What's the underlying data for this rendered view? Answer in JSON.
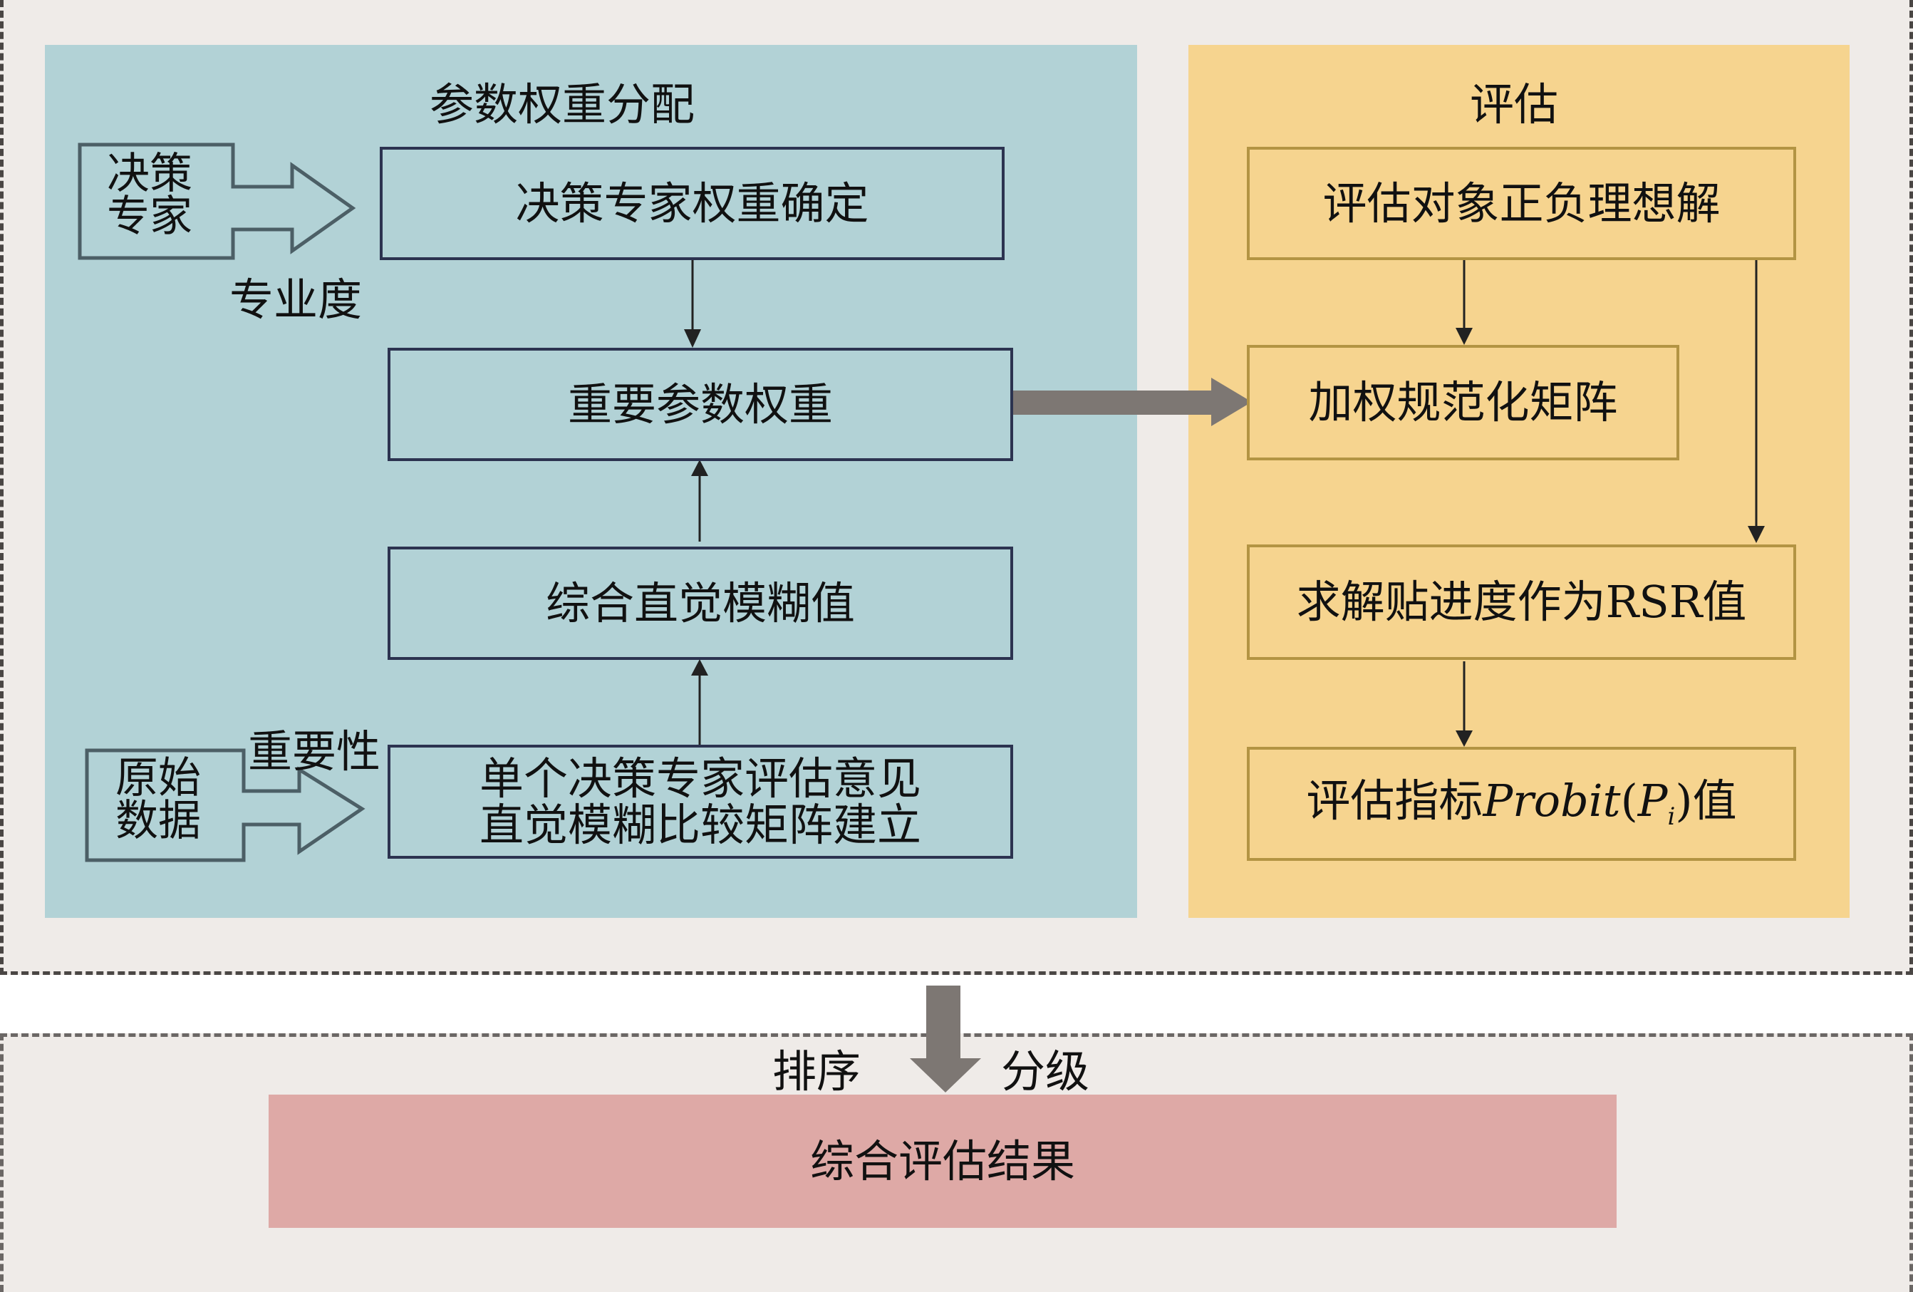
{
  "colors": {
    "frame_bg": "#efebe8",
    "blue_panel": "#b2d2d6",
    "orange_panel": "#f6d48f",
    "result_bar": "#dea9a6",
    "thick_arrow": "#7d7773",
    "thin_arrow": "#222222"
  },
  "left_panel": {
    "title": "参数权重分配",
    "inputs": {
      "expert_line1": "决策",
      "expert_line2": "专家",
      "expert_arrow_label": "专业度",
      "data_line1": "原始",
      "data_line2": "数据",
      "data_arrow_label": "重要性"
    },
    "boxes": {
      "expert_weight": "决策专家权重确定",
      "param_weight": "重要参数权重",
      "fuzzy_value": "综合直觉模糊值",
      "matrix_line1": "单个决策专家评估意见",
      "matrix_line2": "直觉模糊比较矩阵建立"
    }
  },
  "right_panel": {
    "title": "评估",
    "boxes": {
      "ideal_solution": "评估对象正负理想解",
      "weighted_matrix": "加权规范化矩阵",
      "rsr": "求解贴进度作为RSR值",
      "probit_prefix": "评估指标",
      "probit_func": "Probit",
      "probit_open": "(",
      "probit_var": "P",
      "probit_sub": "i",
      "probit_close": ")",
      "probit_suffix": "值"
    }
  },
  "bottom": {
    "left_label": "排序",
    "right_label": "分级",
    "result": "综合评估结果"
  }
}
